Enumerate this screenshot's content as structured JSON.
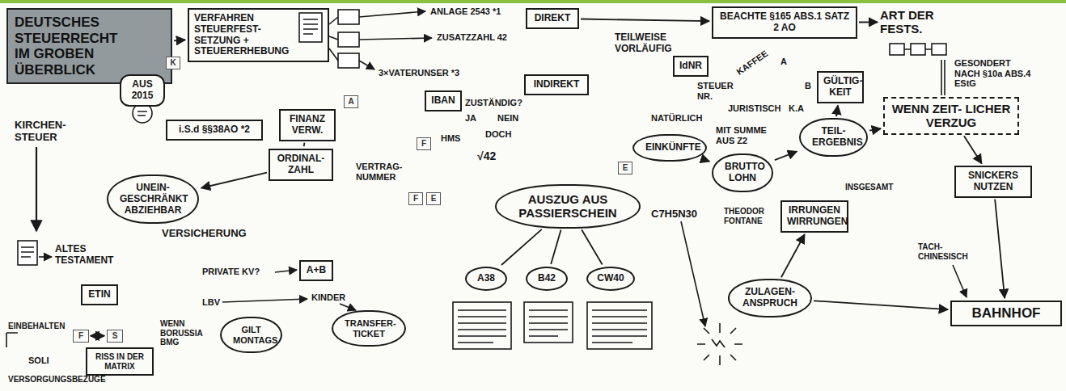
{
  "diagram": {
    "nodes": [
      {
        "text": [
          "DEUTSCHES STEUERRECHT IM GROBEN ÜBERBLICK"
        ]
      },
      {
        "text": [
          "VERFAHREN STEUERFEST- SETZUNG + STEUERERHEBUNG"
        ]
      },
      {
        "text": [
          "DIREKT"
        ]
      },
      {
        "text": [
          "INDIREKT"
        ]
      },
      {
        "text": [
          "IdNR"
        ]
      },
      {
        "text": [
          "BEACHTE §165 ABS.1 SATZ 2 AO"
        ]
      },
      {
        "text": [
          "ART DER FESTS."
        ]
      },
      {
        "text": [
          "GÜLTIG- KEIT"
        ]
      },
      {
        "text": [
          "TEIL- ERGEBNIS"
        ]
      },
      {
        "text": [
          "WENN ZEIT- LICHER VERZUG"
        ]
      },
      {
        "text": [
          "SNICKERS NUTZEN"
        ]
      },
      {
        "text": [
          "BAHNHOF"
        ]
      },
      {
        "text": [
          "IRRUNGEN WIRRUNGEN"
        ]
      },
      {
        "text": [
          "ZULAGEN- ANSPRUCH"
        ]
      },
      {
        "text": [
          "BRUTTO LOHN"
        ]
      },
      {
        "text": [
          "EINKÜNFTE"
        ]
      },
      {
        "text": [
          "AUSZUG AUS PASSIERSCHEIN"
        ]
      },
      {
        "text": [
          "A38"
        ]
      },
      {
        "text": [
          "B42"
        ]
      },
      {
        "text": [
          "CW40"
        ]
      },
      {
        "text": [
          "IBAN"
        ]
      },
      {
        "text": [
          "FINANZ VERW."
        ]
      },
      {
        "text": [
          "ORDINAL- ZAHL"
        ]
      },
      {
        "text": [
          "i.S.d §§38AO *2"
        ]
      },
      {
        "text": [
          "AUS 2015"
        ]
      },
      {
        "text": [
          "UNEIN- GESCHRÄNKT ABZIEHBAR"
        ]
      },
      {
        "text": [
          "ETIN"
        ]
      },
      {
        "text": [
          "F"
        ]
      },
      {
        "text": [
          "S"
        ]
      },
      {
        "text": [
          "RISS IN DER MATRIX"
        ]
      },
      {
        "text": [
          "A+B"
        ]
      },
      {
        "text": [
          "GILT MONTAGS"
        ]
      },
      {
        "text": [
          "TRANSFER- TICKET"
        ]
      },
      {
        "text": [
          "K"
        ]
      },
      {
        "text": [
          "A"
        ]
      },
      {
        "text": [
          "F"
        ]
      },
      {
        "text": [
          "F"
        ]
      },
      {
        "text": [
          "E"
        ]
      },
      {
        "text": [
          "E"
        ]
      }
    ],
    "edges": [
      {
        "from": 0,
        "to": 1,
        "arrow": "to"
      },
      {
        "from": 2,
        "to": 5,
        "arrow": "to"
      },
      {
        "from": 5,
        "to": 6,
        "arrow": "to"
      },
      {
        "from": 21,
        "to": 22,
        "arrow": "none"
      },
      {
        "from": 22,
        "to": 25,
        "arrow": "to"
      },
      {
        "from": 15,
        "to": 14,
        "arrow": "to"
      },
      {
        "from": 14,
        "to": 8,
        "arrow": "to"
      },
      {
        "from": 8,
        "to": 7,
        "arrow": "to"
      },
      {
        "from": 8,
        "to": 9,
        "arrow": "to"
      },
      {
        "from": 9,
        "to": 10,
        "arrow": "to"
      },
      {
        "from": 10,
        "to": 11,
        "arrow": "to"
      },
      {
        "from": 13,
        "to": 12,
        "arrow": "to"
      },
      {
        "from": 13,
        "to": 11,
        "arrow": "to"
      },
      {
        "from": 16,
        "to": 17,
        "arrow": "none"
      },
      {
        "from": 16,
        "to": 18,
        "arrow": "none"
      },
      {
        "from": 16,
        "to": 19,
        "arrow": "none"
      },
      {
        "from": 27,
        "to": 28,
        "arrow": "both"
      }
    ],
    "labels": [
      "ANLAGE 2543 *1",
      "ZUSATZZAHL 42",
      "3×VATERUNSER *3",
      "TEILWEISE VORLÄUFIG",
      "STEUER NR.",
      "KAFFEE",
      "NATÜRLICH",
      "JURISTISCH",
      "K.A",
      "A",
      "B",
      "ZUSTÄNDIG?",
      "JA",
      "NEIN",
      "DOCH",
      "HMS",
      "√42",
      "VERTRAG- NUMMER",
      "KIRCHEN- STEUER",
      "ALTES TESTAMENT",
      "VERSICHERUNG",
      "PRIVATE KV?",
      "LBV",
      "KINDER",
      "WENN BORUSSIA BMG",
      "EINBEHALTEN",
      "SOLI",
      "VERSORGUNGSBEZÜGE",
      "C7H5N30",
      "MIT SUMME AUS Z2",
      "INSGESAMT",
      "THEODOR FONTANE",
      "TACH- CHINESISCH",
      "GESONDERT NACH §10a ABS.4 EStG"
    ]
  }
}
